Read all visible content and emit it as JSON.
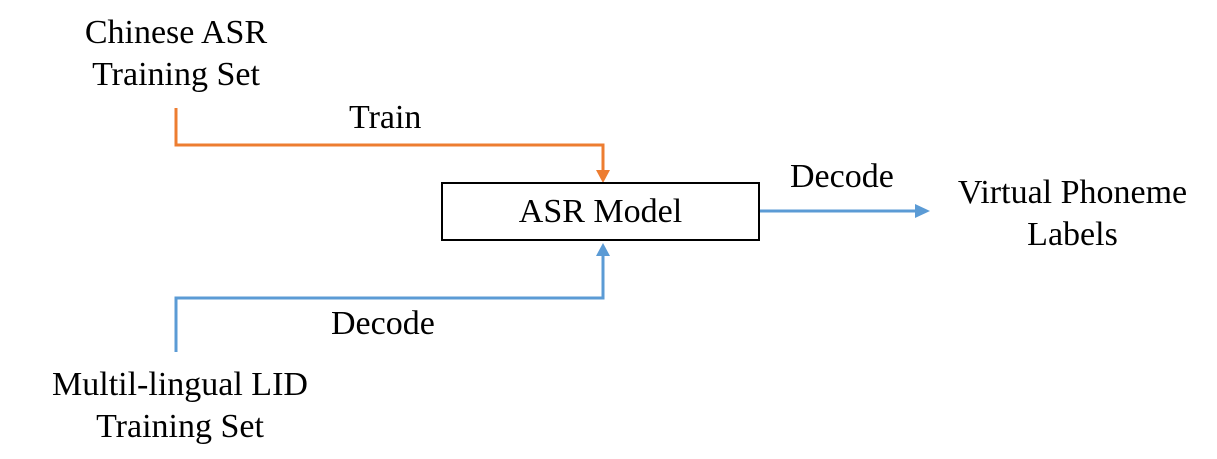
{
  "nodes": {
    "chinese_set": {
      "line1": "Chinese ASR",
      "line2": "Training Set"
    },
    "lid_set": {
      "line1": "Multil-lingual LID",
      "line2": "Training Set"
    },
    "asr_model": {
      "label": "ASR Model"
    },
    "output": {
      "line1": "Virtual Phoneme",
      "line2": "Labels"
    }
  },
  "edges": {
    "train": {
      "label": "Train",
      "color": "#ED7D31"
    },
    "decode_in": {
      "label": "Decode",
      "color": "#5B9BD5"
    },
    "decode_out": {
      "label": "Decode",
      "color": "#5B9BD5"
    }
  }
}
